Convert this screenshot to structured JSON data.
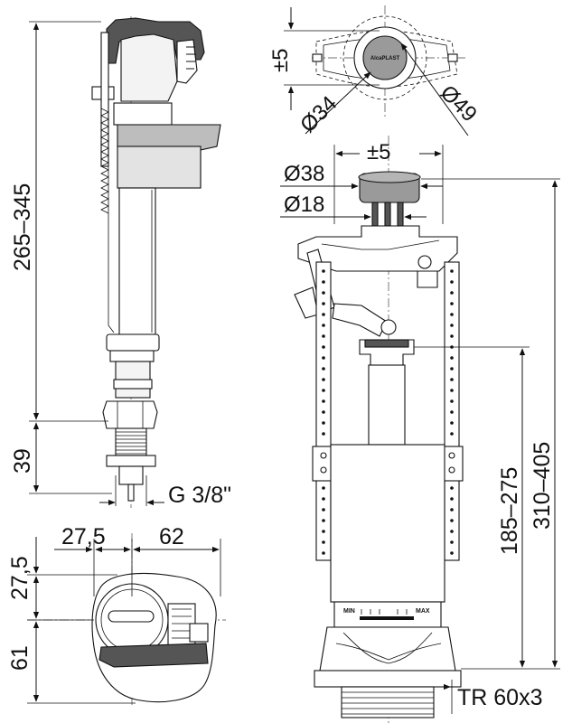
{
  "colors": {
    "outline": "#111111",
    "body_fill": "#f2f2f2",
    "dark_fill": "#444444",
    "gray_fill": "#bdbdbd",
    "button_fill": "#9a9a9a"
  },
  "labels": {
    "inlet_height": "265–345",
    "inlet_thread_length": "39",
    "inlet_thread": "G 3/8\"",
    "plan_offset_x": "27,5",
    "plan_width": "62",
    "plan_offset_y": "27,5",
    "plan_depth": "61",
    "button_offset_top": "±5",
    "button_d34": "Ø34",
    "button_d49": "Ø49",
    "button_offset_side": "±5",
    "button_d38": "Ø38",
    "button_d18": "Ø18",
    "valve_height_inner": "185–275",
    "valve_height_total": "310–405",
    "valve_thread": "TR 60x3",
    "scale_min": "MIN",
    "scale_max": "MAX",
    "brand": "AlcaPLAST"
  }
}
